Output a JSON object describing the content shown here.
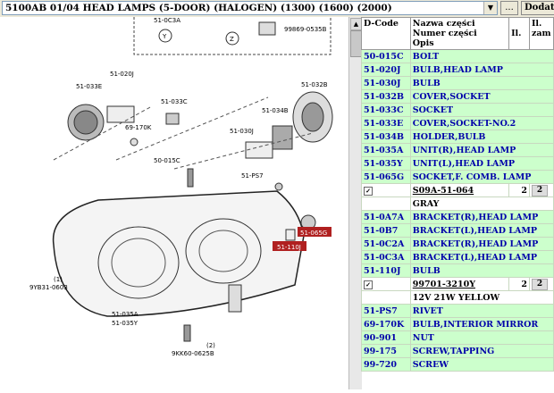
{
  "header": {
    "combo_text": "5100AB 01/04 HEAD LAMPS (5-DOOR) (HALOGEN) (1300) (1600) (2000)",
    "more_button": "...",
    "add_button": "Dodatk"
  },
  "table": {
    "columns": [
      "D-Code",
      "Nazwa części\nNumer części\nOpis",
      "Il.",
      "Il.\nzam"
    ],
    "col_dcode": "D-Code",
    "col_name": [
      "Nazwa części",
      "Numer części",
      "Opis"
    ],
    "col_il": "Il.",
    "col_ilzam": [
      "Il.",
      "zam"
    ],
    "rows_a": [
      {
        "code": "50-015C",
        "name": "BOLT"
      },
      {
        "code": "51-020J",
        "name": "BULB,HEAD LAMP"
      },
      {
        "code": "51-030J",
        "name": "BULB"
      },
      {
        "code": "51-032B",
        "name": "COVER,SOCKET"
      },
      {
        "code": "51-033C",
        "name": "SOCKET"
      },
      {
        "code": "51-033E",
        "name": "COVER,SOCKET-NO.2"
      },
      {
        "code": "51-034B",
        "name": "HOLDER,BULB"
      },
      {
        "code": "51-035A",
        "name": "UNIT(R),HEAD LAMP"
      },
      {
        "code": "51-035Y",
        "name": "UNIT(L),HEAD LAMP"
      },
      {
        "code": "51-065G",
        "name": "SOCKET,F. COMB. LAMP"
      }
    ],
    "sub_a": {
      "number": "S09A-51-064",
      "il": "2",
      "ilzam": "2",
      "desc": "GRAY"
    },
    "rows_b": [
      {
        "code": "51-0A7A",
        "name": "BRACKET(R),HEAD LAMP"
      },
      {
        "code": "51-0B7",
        "name": "BRACKET(L),HEAD LAMP"
      },
      {
        "code": "51-0C2A",
        "name": "BRACKET(R),HEAD LAMP"
      },
      {
        "code": "51-0C3A",
        "name": "BRACKET(L),HEAD LAMP"
      },
      {
        "code": "51-110J",
        "name": "BULB"
      }
    ],
    "sub_b": {
      "number": "99701-3210Y",
      "il": "2",
      "ilzam": "2",
      "desc": "12V 21W YELLOW"
    },
    "rows_c": [
      {
        "code": "51-PS7",
        "name": "RIVET"
      },
      {
        "code": "69-170K",
        "name": "BULB,INTERIOR MIRROR"
      },
      {
        "code": "90-901",
        "name": "NUT"
      },
      {
        "code": "99-175",
        "name": "SCREW,TAPPING"
      },
      {
        "code": "99-720",
        "name": "SCREW"
      }
    ]
  },
  "diagram": {
    "labels": {
      "l_0c3a": "51-0C3A",
      "l_99869": "99869-0535B",
      "l_y": "Y",
      "l_z": "Z",
      "l_020j": "51-020J",
      "l_033e": "51-033E",
      "l_033c": "51-033C",
      "l_032b": "51-032B",
      "l_170k": "69-170K",
      "l_034b": "51-034B",
      "l_030j": "51-030J",
      "l_015c": "50-015C",
      "l_ps7": "51-PS7",
      "l_065g": "51-065G",
      "l_110j": "51-110J",
      "l_9y831": "9YB31-0603",
      "l_1": "(1)",
      "l_035a": "51-035A",
      "l_035y": "51-035Y",
      "l_2": "(2)",
      "l_9kk": "9KK60-0625B"
    }
  }
}
